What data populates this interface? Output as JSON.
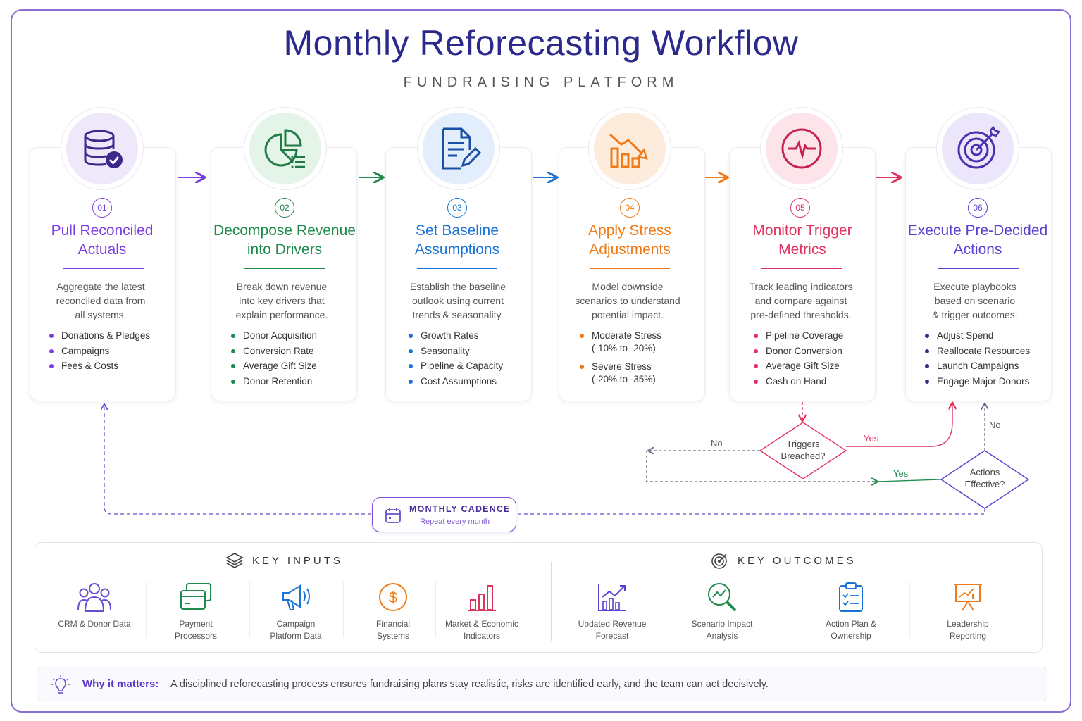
{
  "header": {
    "title": "Monthly Reforecasting Workflow",
    "subtitle": "FUNDRAISING PLATFORM"
  },
  "colors": {
    "frame": "#8b6fd0",
    "title": "#2b2a8c",
    "step1": "#7b3fe4",
    "step2": "#1f8a4c",
    "step3": "#1a73d6",
    "step4": "#f07a17",
    "step5": "#e0335f",
    "step6": "#5b3fd0"
  },
  "steps": [
    {
      "number": "01",
      "title_line1": "Pull Reconciled",
      "title_line2": "Actuals",
      "desc": [
        "Aggregate the latest",
        "reconciled data from",
        "all systems."
      ],
      "bullets": [
        "Donations & Pledges",
        "Campaigns",
        "Fees & Costs"
      ],
      "icon": "database-check-icon"
    },
    {
      "number": "02",
      "title_line1": "Decompose Revenue",
      "title_line2": "into Drivers",
      "desc": [
        "Break down revenue",
        "into key drivers that",
        "explain performance."
      ],
      "bullets": [
        "Donor Acquisition",
        "Conversion Rate",
        "Average Gift Size",
        "Donor Retention"
      ],
      "icon": "pie-chart-list-icon"
    },
    {
      "number": "03",
      "title_line1": "Set Baseline",
      "title_line2": "Assumptions",
      "desc": [
        "Establish the baseline",
        "outlook using current",
        "trends & seasonality."
      ],
      "bullets": [
        "Growth Rates",
        "Seasonality",
        "Pipeline & Capacity",
        "Cost Assumptions"
      ],
      "icon": "document-edit-icon"
    },
    {
      "number": "04",
      "title_line1": "Apply Stress",
      "title_line2": "Adjustments",
      "desc": [
        "Model downside",
        "scenarios to understand",
        "potential impact."
      ],
      "bullets": [
        {
          "l1": "Moderate Stress",
          "l2": "(-10% to -20%)"
        },
        {
          "l1": "Severe Stress",
          "l2": "(-20% to -35%)"
        }
      ],
      "icon": "declining-chart-icon"
    },
    {
      "number": "05",
      "title_line1": "Monitor Trigger",
      "title_line2": "Metrics",
      "desc": [
        "Track leading indicators",
        "and compare against",
        "pre-defined thresholds."
      ],
      "bullets": [
        "Pipeline Coverage",
        "Donor Conversion",
        "Average Gift Size",
        "Cash on Hand"
      ],
      "icon": "pulse-monitor-icon"
    },
    {
      "number": "06",
      "title_line1": "Execute Pre-Decided",
      "title_line2": "Actions",
      "desc": [
        "Execute playbooks",
        "based on scenario",
        "& trigger outcomes."
      ],
      "bullets": [
        "Adjust Spend",
        "Reallocate Resources",
        "Launch Campaigns",
        "Engage Major Donors"
      ],
      "icon": "target-arrow-icon"
    }
  ],
  "decisions": {
    "triggers_line1": "Triggers",
    "triggers_line2": "Breached?",
    "actions_line1": "Actions",
    "actions_line2": "Effective?",
    "yes": "Yes",
    "no": "No"
  },
  "cadence": {
    "title": "MONTHLY CADENCE",
    "subtitle": "Repeat every month"
  },
  "key_inputs": {
    "heading": "KEY INPUTS",
    "items": [
      {
        "l1": "CRM & Donor Data",
        "l2": "",
        "icon": "people-icon"
      },
      {
        "l1": "Payment",
        "l2": "Processors",
        "icon": "credit-card-icon"
      },
      {
        "l1": "Campaign",
        "l2": "Platform Data",
        "icon": "megaphone-icon"
      },
      {
        "l1": "Financial",
        "l2": "Systems",
        "icon": "dollar-coin-icon"
      },
      {
        "l1": "Market & Economic",
        "l2": "Indicators",
        "icon": "bar-chart-icon"
      }
    ]
  },
  "key_outcomes": {
    "heading": "KEY OUTCOMES",
    "items": [
      {
        "l1": "Updated Revenue",
        "l2": "Forecast",
        "icon": "trend-chart-icon"
      },
      {
        "l1": "Scenario Impact",
        "l2": "Analysis",
        "icon": "magnifier-trend-icon"
      },
      {
        "l1": "Action Plan &",
        "l2": "Ownership",
        "icon": "clipboard-checklist-icon"
      },
      {
        "l1": "Leadership",
        "l2": "Reporting",
        "icon": "presentation-board-icon"
      }
    ]
  },
  "why": {
    "label": "Why it matters:",
    "text": "A disciplined reforecasting process ensures fundraising plans stay realistic, risks are identified early, and the team can act decisively."
  }
}
